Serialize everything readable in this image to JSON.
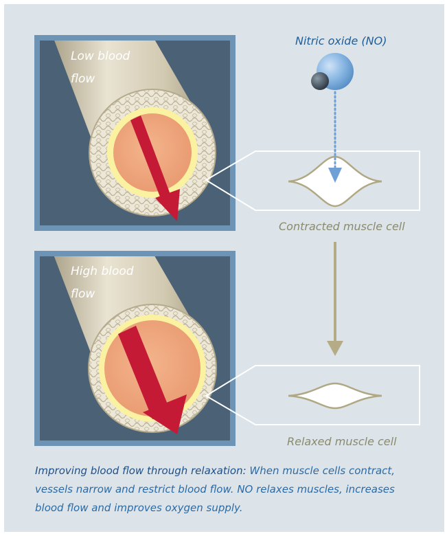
{
  "labels": {
    "top_flow_line1": "Low blood",
    "top_flow_line2": "flow",
    "bottom_flow_line1": "High blood",
    "bottom_flow_line2": "flow",
    "molecule": "Nitric oxide (NO)",
    "contracted_cell": "Contracted muscle cell",
    "relaxed_cell": "Relaxed muscle cell"
  },
  "caption": {
    "lead": "Improving blood flow through relaxation:",
    "body": " When muscle cells contract, vessels narrow and restrict blood flow. NO relaxes muscles, increases blood flow and improves oxygen supply."
  },
  "colors": {
    "background": "#dce4e9",
    "frame_dark": "#4b6175",
    "frame_border": "#6d93b5",
    "vessel": "#d6cdb6",
    "lumen": "#f0a67c",
    "lumen_ring": "#faf2a0",
    "flow_arrow": "#c41a36",
    "molecule": "#7aaee0",
    "cell_outline": "#b0a884"
  },
  "icons": {
    "molecule": "no-molecule-icon",
    "flow": "flow-arrow-icon",
    "transition": "down-arrow-icon",
    "diffusion": "dotted-arrow-icon"
  }
}
